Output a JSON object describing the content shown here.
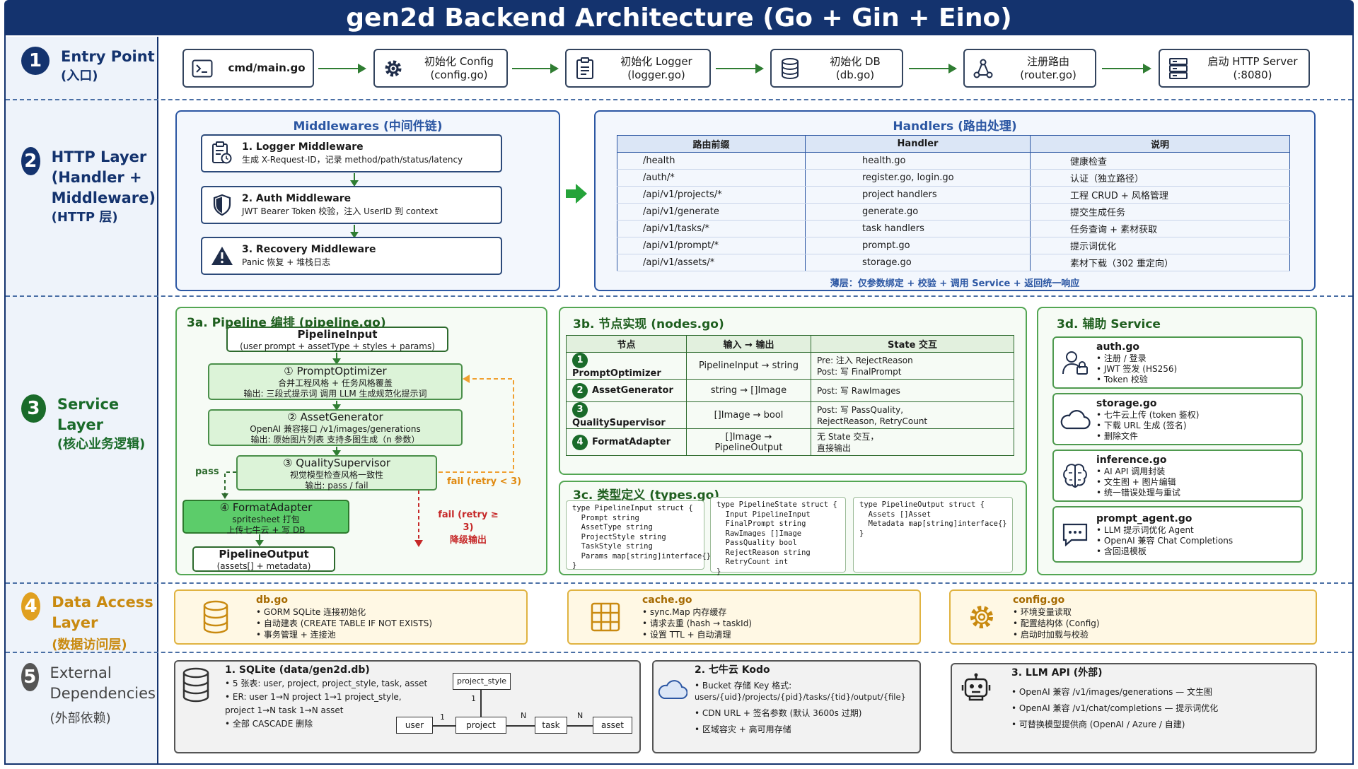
{
  "title": "gen2d Backend Architecture (Go + Gin + Eino)",
  "layers": [
    {
      "num": "1",
      "title": "Entry Point",
      "sub": "(入口)"
    },
    {
      "num": "2",
      "title_lines": [
        "HTTP Layer",
        "(Handler +",
        "Middleware)"
      ],
      "sub": "(HTTP 层)"
    },
    {
      "num": "3",
      "title": "Service Layer",
      "sub": "(核心业务逻辑)"
    },
    {
      "num": "4",
      "title": "Data Access Layer",
      "sub": "(数据访问层)"
    },
    {
      "num": "5",
      "title_lines": [
        "External",
        "Dependencies"
      ],
      "sub": "(外部依赖)"
    }
  ],
  "colors": {
    "navy": "#14336e",
    "blue": "#2c57a3",
    "green": "#1a6b2a",
    "amber": "#e0a020",
    "grey": "#555555",
    "red": "#c62828",
    "orange": "#f0a030"
  },
  "entry": [
    {
      "icon": "terminal-icon",
      "line1": "cmd/main.go",
      "line2": ""
    },
    {
      "icon": "gear-icon",
      "line1": "初始化 Config",
      "line2": "(config.go)"
    },
    {
      "icon": "clipboard-icon",
      "line1": "初始化 Logger",
      "line2": "(logger.go)"
    },
    {
      "icon": "database-icon",
      "line1": "初始化 DB",
      "line2": "(db.go)"
    },
    {
      "icon": "route-icon",
      "line1": "注册路由",
      "line2": "(router.go)"
    },
    {
      "icon": "server-icon",
      "line1": "启动 HTTP Server",
      "line2": "(:8080)"
    }
  ],
  "middlewares": {
    "title": "Middlewares (中间件链)",
    "items": [
      {
        "icon": "clipboard-clock-icon",
        "name": "1. Logger Middleware",
        "desc": "生成 X-Request-ID，记录 method/path/status/latency"
      },
      {
        "icon": "shield-icon",
        "name": "2. Auth Middleware",
        "desc": "JWT Bearer Token 校验，注入 UserID 到 context"
      },
      {
        "icon": "warning-icon",
        "name": "3. Recovery Middleware",
        "desc": "Panic 恢复 + 堆栈日志"
      }
    ]
  },
  "handlers": {
    "title": "Handlers (路由处理)",
    "headers": [
      "路由前缀",
      "Handler",
      "说明"
    ],
    "rows": [
      [
        "/health",
        "health.go",
        "健康检查"
      ],
      [
        "/auth/*",
        "register.go, login.go",
        "认证（独立路径）"
      ],
      [
        "/api/v1/projects/*",
        "project handlers",
        "工程 CRUD + 风格管理"
      ],
      [
        "/api/v1/generate",
        "generate.go",
        "提交生成任务"
      ],
      [
        "/api/v1/tasks/*",
        "task handlers",
        "任务查询 + 素材获取"
      ],
      [
        "/api/v1/prompt/*",
        "prompt.go",
        "提示词优化"
      ],
      [
        "/api/v1/assets/*",
        "storage.go",
        "素材下载（302 重定向）"
      ]
    ],
    "note": "薄层：仅参数绑定 + 校验 + 调用 Service + 返回统一响应"
  },
  "pipeline": {
    "title": "3a. Pipeline 编排 (pipeline.go)",
    "input": {
      "name": "PipelineInput",
      "desc": "(user prompt + assetType + styles + params)"
    },
    "steps": [
      {
        "name": "① PromptOptimizer",
        "l1": "合并工程风格 + 任务风格覆盖",
        "l2": "输出: 三段式提示词      调用 LLM 生成规范化提示词"
      },
      {
        "name": "② AssetGenerator",
        "l1": "OpenAI 兼容接口 /v1/images/generations",
        "l2": "输出: 原始图片列表       支持多图生成（n 参数）"
      },
      {
        "name": "③ QualitySupervisor",
        "l1": "视觉模型检查风格一致性",
        "l2": "输出: pass / fail"
      },
      {
        "name": "④ FormatAdapter",
        "l1": "spritesheet 打包",
        "l2": "上传七牛云 + 写 DB"
      }
    ],
    "output": {
      "name": "PipelineOutput",
      "desc": "(assets[] + metadata)"
    },
    "pass_label": "pass",
    "retry_label": "fail (retry < 3)",
    "fail_label1": "fail (retry ≥ 3)",
    "fail_label2": "降级输出"
  },
  "nodes": {
    "title": "3b. 节点实现 (nodes.go)",
    "headers": [
      "节点",
      "输入 → 输出",
      "State 交互"
    ],
    "rows": [
      {
        "num": "1",
        "name": "PromptOptimizer",
        "io": "PipelineInput  →  string",
        "state1": "Pre: 注入 RejectReason",
        "state2": "Post: 写 FinalPrompt"
      },
      {
        "num": "2",
        "name": "AssetGenerator",
        "io": "string  →  []Image",
        "state1": "Post: 写 RawImages",
        "state2": ""
      },
      {
        "num": "3",
        "name": "QualitySupervisor",
        "io": "[]Image  →  bool",
        "state1": "Post: 写 PassQuality,",
        "state2": "RejectReason, RetryCount"
      },
      {
        "num": "4",
        "name": "FormatAdapter",
        "io": "[]Image  →  PipelineOutput",
        "state1": "无 State 交互，",
        "state2": "直接输出"
      }
    ]
  },
  "types": {
    "title": "3c. 类型定义 (types.go)",
    "blocks": [
      "type PipelineInput struct {\n  Prompt string\n  AssetType string\n  ProjectStyle string\n  TaskStyle string\n  Params map[string]interface{}\n}",
      "type PipelineState struct {\n  Input PipelineInput\n  FinalPrompt string\n  RawImages []Image\n  PassQuality bool\n  RejectReason string\n  RetryCount int\n}",
      "type PipelineOutput struct {\n  Assets []Asset\n  Metadata map[string]interface{}\n}"
    ]
  },
  "aux": {
    "title": "3d. 辅助 Service",
    "items": [
      {
        "icon": "users-lock-icon",
        "name": "auth.go",
        "lines": [
          "• 注册 / 登录",
          "• JWT 签发 (HS256)",
          "• Token 校验"
        ]
      },
      {
        "icon": "cloud-icon",
        "name": "storage.go",
        "lines": [
          "• 七牛云上传 (token 鉴权)",
          "• 下载 URL 生成 (签名)",
          "• 删除文件"
        ]
      },
      {
        "icon": "brain-icon",
        "name": "inference.go",
        "lines": [
          "• AI API 调用封装",
          "• 文生图 + 图片编辑",
          "• 统一错误处理与重试"
        ]
      },
      {
        "icon": "chat-icon",
        "name": "prompt_agent.go",
        "lines": [
          "• LLM 提示词优化 Agent",
          "• OpenAI 兼容 Chat Completions",
          "• 含回退模板"
        ]
      }
    ]
  },
  "data_access": [
    {
      "icon": "database-icon",
      "name": "db.go",
      "lines": [
        "• GORM SQLite 连接初始化",
        "• 自动建表 (CREATE TABLE IF NOT EXISTS)",
        "• 事务管理 + 连接池"
      ]
    },
    {
      "icon": "grid-icon",
      "name": "cache.go",
      "lines": [
        "• sync.Map 内存缓存",
        "• 请求去重 (hash → taskId)",
        "• 设置 TTL + 自动清理"
      ]
    },
    {
      "icon": "gear-icon",
      "name": "config.go",
      "lines": [
        "• 环境变量读取",
        "• 配置结构体 (Config)",
        "• 启动时加载与校验"
      ]
    }
  ],
  "external": {
    "sqlite": {
      "name": "1. SQLite (data/gen2d.db)",
      "lines": [
        "• 5 张表: user, project, project_style, task, asset",
        "• ER: user 1→N project 1→1 project_style,",
        "   project 1→N task 1→N asset",
        "• 全部 CASCADE 删除"
      ],
      "er": {
        "user": "user",
        "project": "project",
        "task": "task",
        "asset": "asset",
        "project_style": "project_style",
        "one": "1",
        "many": "N"
      }
    },
    "kodo": {
      "name": "2. 七牛云 Kodo",
      "lines": [
        "• Bucket 存储 Key 格式:",
        "  users/{uid}/projects/{pid}/tasks/{tid}/output/{file}",
        "• CDN URL + 签名参数 (默认 3600s 过期)",
        "• 区域容灾 + 高可用存储"
      ]
    },
    "llm": {
      "name": "3. LLM API (外部)",
      "lines": [
        "• OpenAI 兼容 /v1/images/generations — 文生图",
        "• OpenAI 兼容 /v1/chat/completions — 提示词优化",
        "• 可替换模型提供商 (OpenAI / Azure / 自建)"
      ]
    }
  }
}
